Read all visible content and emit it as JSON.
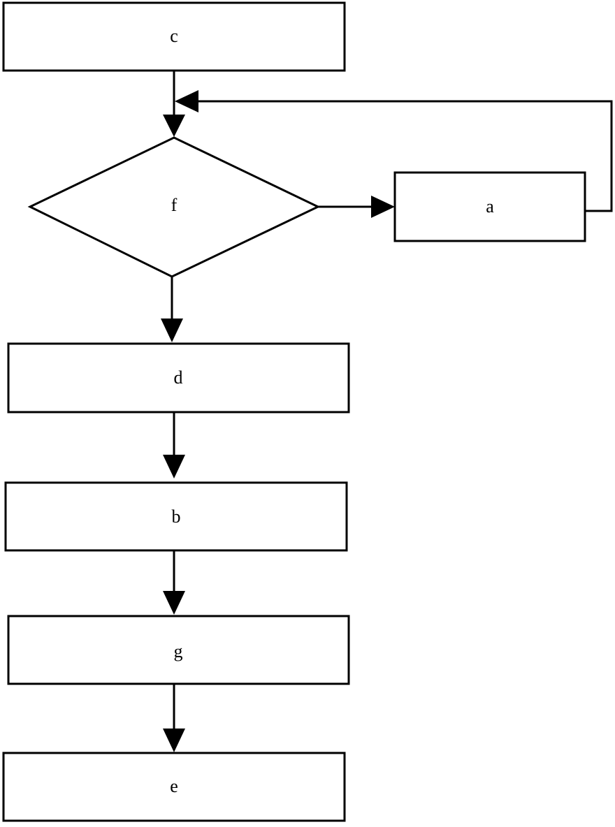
{
  "diagram": {
    "type": "flowchart",
    "nodes": [
      {
        "id": "c",
        "shape": "rectangle",
        "label": "c"
      },
      {
        "id": "f",
        "shape": "diamond",
        "label": "f"
      },
      {
        "id": "a",
        "shape": "rectangle",
        "label": "a"
      },
      {
        "id": "d",
        "shape": "rectangle",
        "label": "d"
      },
      {
        "id": "b",
        "shape": "rectangle",
        "label": "b"
      },
      {
        "id": "g",
        "shape": "rectangle",
        "label": "g"
      },
      {
        "id": "e",
        "shape": "rectangle",
        "label": "e"
      }
    ],
    "edges": [
      {
        "from": "c",
        "to": "f"
      },
      {
        "from": "f",
        "to": "a"
      },
      {
        "from": "a",
        "to": "f"
      },
      {
        "from": "f",
        "to": "d"
      },
      {
        "from": "d",
        "to": "b"
      },
      {
        "from": "b",
        "to": "g"
      },
      {
        "from": "g",
        "to": "e"
      }
    ],
    "line_color": "#000000",
    "fill_color": "#ffffff"
  }
}
